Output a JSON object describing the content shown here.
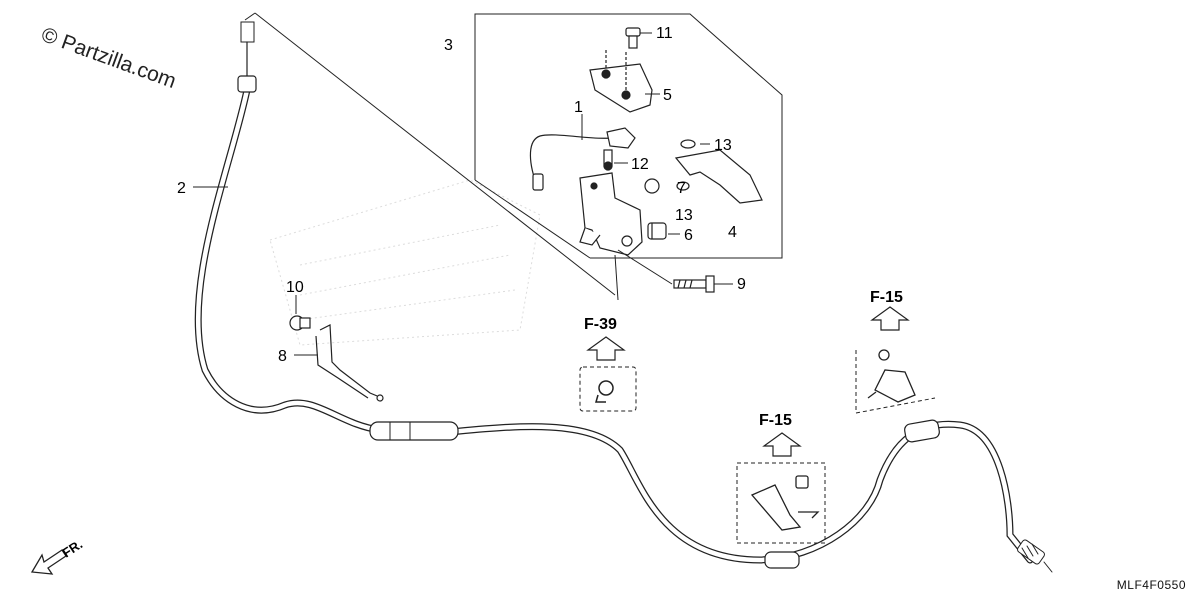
{
  "watermark": "© Partzilla.com",
  "diagram_code": "MLF4F0550",
  "front_indicator": "FR.",
  "callouts": {
    "c1": "1",
    "c2": "2",
    "c3": "3",
    "c4": "4",
    "c5": "5",
    "c6": "6",
    "c7": "7",
    "c8": "8",
    "c9": "9",
    "c10": "10",
    "c11": "11",
    "c12": "12",
    "c13a": "13",
    "c13b": "13"
  },
  "references": {
    "f39": "F-39",
    "f15_upper": "F-15",
    "f15_lower": "F-15"
  }
}
